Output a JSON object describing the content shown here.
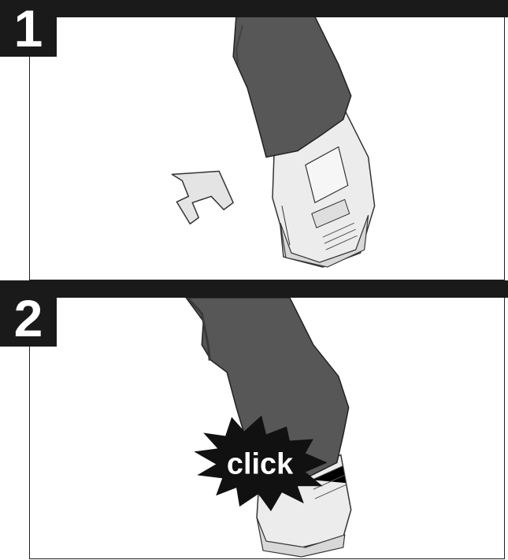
{
  "steps": [
    {
      "number": "1"
    },
    {
      "number": "2"
    }
  ],
  "callout": {
    "text": "click"
  },
  "icons": {
    "step1": [
      "arrow-up-icon",
      "tool-handle-icon",
      "battery-pack-icon"
    ],
    "step2": [
      "starburst-icon",
      "tool-handle-icon",
      "battery-pack-icon"
    ]
  },
  "colors": {
    "bar": "#1a1a1a",
    "handle": "#555555",
    "battery": "#e6e6e6",
    "arrow": "#e3e3e3"
  }
}
